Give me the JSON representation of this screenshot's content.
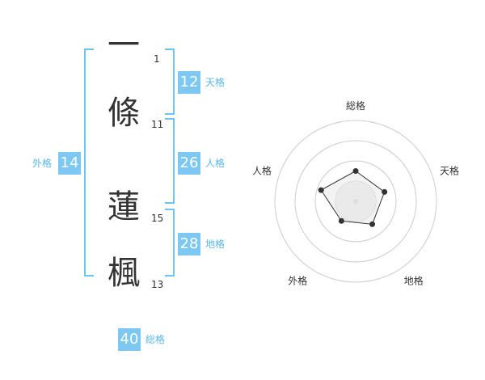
{
  "name": {
    "characters": [
      {
        "char": "一",
        "strokes": "1"
      },
      {
        "char": "條",
        "strokes": "11"
      },
      {
        "char": "蓮",
        "strokes": "15"
      },
      {
        "char": "楓",
        "strokes": "13"
      }
    ]
  },
  "fortunes": {
    "tenkaku": {
      "value": "12",
      "label": "天格"
    },
    "jinkaku": {
      "value": "26",
      "label": "人格"
    },
    "chikaku": {
      "value": "28",
      "label": "地格"
    },
    "gaikaku": {
      "value": "14",
      "label": "外格"
    },
    "soukaku": {
      "value": "40",
      "label": "総格"
    }
  },
  "chart_data": {
    "type": "radar",
    "axes": [
      "総格",
      "天格",
      "地格",
      "外格",
      "人格"
    ],
    "levels": 4,
    "max": 4,
    "values": [
      1.5,
      1.5,
      1.4,
      1.2,
      1.8
    ],
    "colors": {
      "line": "#333333",
      "fill": "#eeeeee",
      "grid": "#cccccc",
      "point": "#333333"
    }
  }
}
